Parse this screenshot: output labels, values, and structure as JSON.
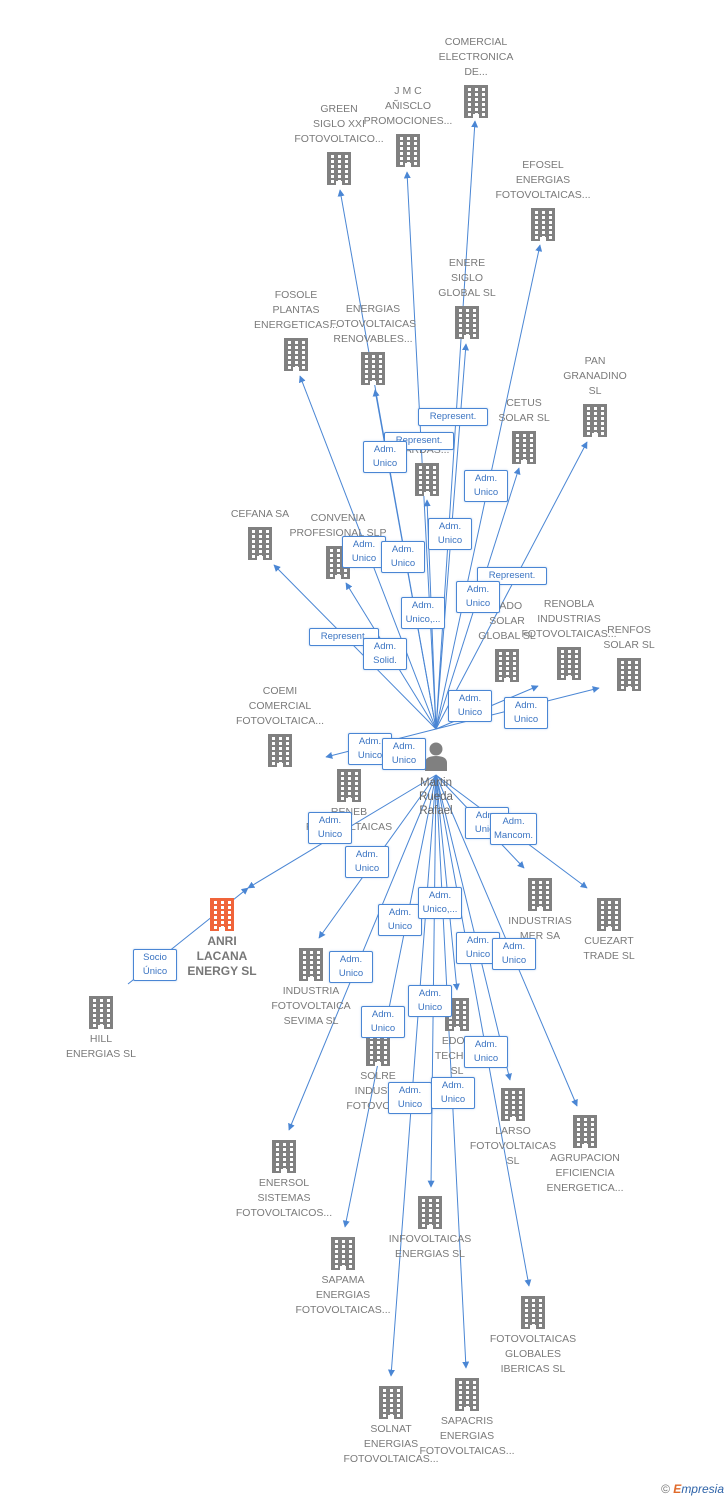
{
  "colors": {
    "edge": "#4a86d4",
    "building": "#808080",
    "highlight": "#f0643a",
    "badge_text": "#3b74c2"
  },
  "center": {
    "id": "martin",
    "label": "Martin\nRueda\nRafael"
  },
  "nodes": [
    {
      "id": "comercial",
      "label": "COMERCIAL\nELECTRONICA\nDE..."
    },
    {
      "id": "jmc",
      "label": "J M C\nAÑISCLO\nPROMOCIONES..."
    },
    {
      "id": "green",
      "label": "GREEN\nSIGLO XXI\nFOTOVOLTAICO..."
    },
    {
      "id": "efosel",
      "label": "EFOSEL\nENERGIAS\nFOTOVOLTAICAS..."
    },
    {
      "id": "enere",
      "label": "ENERE\nSIGLO\nGLOBAL SL"
    },
    {
      "id": "fosole",
      "label": "FOSOLE\nPLANTAS\nENERGETICAS..."
    },
    {
      "id": "energias_fr",
      "label": "ENERGIAS\nFOTOVOLTAICAS\nRENOVABLES..."
    },
    {
      "id": "pan",
      "label": "PAN\nGRANADINO\nSL"
    },
    {
      "id": "cetus",
      "label": "CETUS\nSOLAR SL"
    },
    {
      "id": "ardas",
      "label": "ARDAS..."
    },
    {
      "id": "cefana",
      "label": "CEFANA SA"
    },
    {
      "id": "convenia",
      "label": "CONVENIA\nPROFESIONAL SLP"
    },
    {
      "id": "cado",
      "label": "CADO\nSOLAR\nGLOBAL SL"
    },
    {
      "id": "renobla",
      "label": "RENOBLA\nINDUSTRIAS\nFOTOVOLTAICAS..."
    },
    {
      "id": "renfos",
      "label": "RENFOS\nSOLAR SL"
    },
    {
      "id": "coemi",
      "label": "COEMI\nCOMERCIAL\nFOTOVOLTAICA..."
    },
    {
      "id": "reneb",
      "label": "RENEB\nFOTOVOLTAICAS"
    },
    {
      "id": "anri",
      "label": "ANRI\nLACANA\nENERGY SL"
    },
    {
      "id": "hill",
      "label": "HILL\nENERGIAS SL"
    },
    {
      "id": "industrias_mer",
      "label": "INDUSTRIAS\nMER SA"
    },
    {
      "id": "cuezart",
      "label": "CUEZART\nTRADE SL"
    },
    {
      "id": "sevima",
      "label": "INDUSTRIA\nFOTOVOLTAICA\nSEVIMA SL"
    },
    {
      "id": "edor",
      "label": "EDOR\nTECHNO\nSL"
    },
    {
      "id": "solre",
      "label": "SOLRE\nINDUSTR\nFOTOVOLT..."
    },
    {
      "id": "larso",
      "label": "LARSO\nFOTOVOLTAICAS\nSL"
    },
    {
      "id": "agrupacion",
      "label": "AGRUPACION\nEFICIENCIA\nENERGETICA..."
    },
    {
      "id": "enersol",
      "label": "ENERSOL\nSISTEMAS\nFOTOVOLTAICOS..."
    },
    {
      "id": "infovolt",
      "label": "INFOVOLTAICAS\nENERGIAS SL"
    },
    {
      "id": "sapama",
      "label": "SAPAMA\nENERGIAS\nFOTOVOLTAICAS..."
    },
    {
      "id": "fotoglob",
      "label": "FOTOVOLTAICAS\nGLOBALES\nIBERICAS SL"
    },
    {
      "id": "solnat",
      "label": "SOLNAT\nENERGIAS\nFOTOVOLTAICAS..."
    },
    {
      "id": "sapacris",
      "label": "SAPACRIS\nENERGIAS\nFOTOVOLTAICAS..."
    }
  ],
  "badges": [
    {
      "id": "b1",
      "text": "Represent."
    },
    {
      "id": "b2",
      "text": "Represent."
    },
    {
      "id": "b3",
      "text": "Adm.\nUnico"
    },
    {
      "id": "b4",
      "text": "Adm.\nUnico"
    },
    {
      "id": "b5",
      "text": "Adm.\nUnico"
    },
    {
      "id": "b6",
      "text": "Adm.\nUnico"
    },
    {
      "id": "b7",
      "text": "Adm.\nUnico"
    },
    {
      "id": "b8",
      "text": "Represent."
    },
    {
      "id": "b9",
      "text": "Adm.\nUnico"
    },
    {
      "id": "b10",
      "text": "Adm.\nUnico,..."
    },
    {
      "id": "b11",
      "text": "Represent."
    },
    {
      "id": "b12",
      "text": "Adm.\nSolid."
    },
    {
      "id": "b13",
      "text": "Adm.\nUnico"
    },
    {
      "id": "b14",
      "text": "Adm.\nUnico"
    },
    {
      "id": "b15",
      "text": "Adm.\nUnico"
    },
    {
      "id": "b16",
      "text": "Adm.\nUnico"
    },
    {
      "id": "b17",
      "text": "Adm.\nUnico"
    },
    {
      "id": "b18",
      "text": "Adm.\nUnico"
    },
    {
      "id": "b19",
      "text": "Adm.\nMancom."
    },
    {
      "id": "b20",
      "text": "Adm.\nUnico"
    },
    {
      "id": "b21",
      "text": "Adm.\nUnico"
    },
    {
      "id": "b22",
      "text": "Adm.\nUnico,..."
    },
    {
      "id": "b23",
      "text": "Socio\nÚnico"
    },
    {
      "id": "b24",
      "text": "Adm.\nUnico"
    },
    {
      "id": "b25",
      "text": "Adm.\nUnico"
    },
    {
      "id": "b26",
      "text": "Adm.\nUnico"
    },
    {
      "id": "b27",
      "text": "Adm.\nUnico"
    },
    {
      "id": "b28",
      "text": "Adm.\nUnico"
    },
    {
      "id": "b29",
      "text": "Adm.\nUnico"
    },
    {
      "id": "b30",
      "text": "Adm.\nUnico"
    },
    {
      "id": "b31",
      "text": "Adm.\nUnico"
    }
  ],
  "edges": [
    {
      "from": "martin",
      "to": "comercial"
    },
    {
      "from": "martin",
      "to": "jmc"
    },
    {
      "from": "martin",
      "to": "green"
    },
    {
      "from": "martin",
      "to": "efosel"
    },
    {
      "from": "martin",
      "to": "enere"
    },
    {
      "from": "martin",
      "to": "fosole"
    },
    {
      "from": "martin",
      "to": "energias_fr"
    },
    {
      "from": "martin",
      "to": "pan"
    },
    {
      "from": "martin",
      "to": "cetus"
    },
    {
      "from": "martin",
      "to": "ardas"
    },
    {
      "from": "martin",
      "to": "cefana"
    },
    {
      "from": "martin",
      "to": "convenia"
    },
    {
      "from": "martin",
      "to": "renobla"
    },
    {
      "from": "martin",
      "to": "renfos"
    },
    {
      "from": "martin",
      "to": "coemi"
    },
    {
      "from": "martin",
      "to": "anri"
    },
    {
      "from": "martin",
      "to": "industrias_mer"
    },
    {
      "from": "martin",
      "to": "cuezart"
    },
    {
      "from": "martin",
      "to": "sevima"
    },
    {
      "from": "martin",
      "to": "edor"
    },
    {
      "from": "martin",
      "to": "larso"
    },
    {
      "from": "martin",
      "to": "agrupacion"
    },
    {
      "from": "martin",
      "to": "enersol"
    },
    {
      "from": "martin",
      "to": "infovolt"
    },
    {
      "from": "martin",
      "to": "sapama"
    },
    {
      "from": "martin",
      "to": "fotoglob"
    },
    {
      "from": "martin",
      "to": "solnat"
    },
    {
      "from": "martin",
      "to": "sapacris"
    },
    {
      "from": "hill",
      "to": "anri"
    }
  ],
  "watermark": {
    "copyright": "©",
    "brand_e": "E",
    "brand_rest": "mpresia"
  }
}
